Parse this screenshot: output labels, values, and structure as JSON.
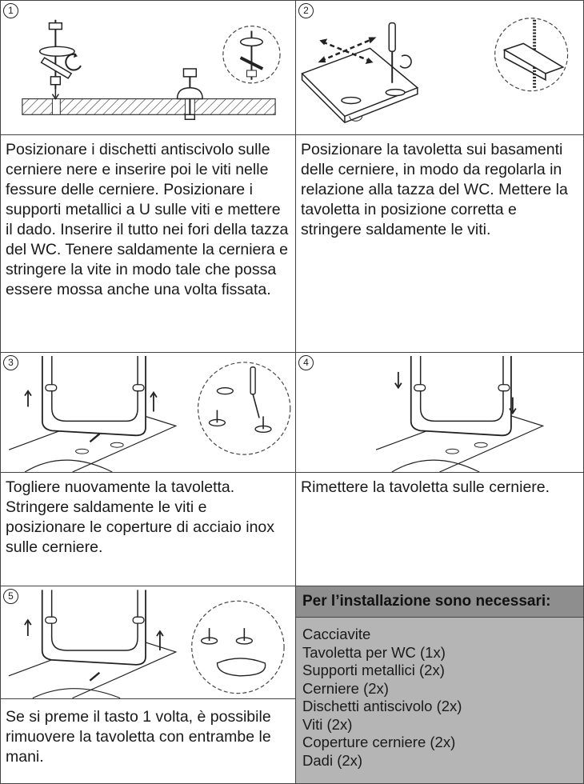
{
  "steps": [
    {
      "number": "1",
      "text": "Posizionare i dischetti antiscivolo sulle cerniere nere e inserire poi le viti nelle fessure delle cerniere. Posizionare i supporti metallici a U sulle viti e mettere il dado. Inserire il tutto nei fori della tazza del WC. Tenere saldamente la cerniera e stringere la vite in modo tale che possa essere mossa anche una volta fissata."
    },
    {
      "number": "2",
      "text": "Posizionare la tavoletta sui basamenti delle cerniere, in modo da regolarla in relazione alla tazza del WC. Mettere la tavoletta in posizione corretta e stringere saldamente le viti."
    },
    {
      "number": "3",
      "text": "Togliere nuovamente la tavoletta. Stringere saldamente le viti e posizionare le coperture di acciaio inox sulle cerniere."
    },
    {
      "number": "4",
      "text": "Rimettere la tavoletta sulle cerniere."
    },
    {
      "number": "5",
      "text": "Se si preme il tasto 1 volta, è possibile rimuovere la tavoletta con entrambe le mani."
    }
  ],
  "required": {
    "title": "Per l’installazione sono necessari:",
    "items": [
      "Cacciavite",
      "Tavoletta per WC (1x)",
      "Supporti metallici (2x)",
      "Cerniere (2x)",
      "Dischetti antiscivolo (2x)",
      "Viti (2x)",
      "Coperture cerniere (2x)",
      "Dadi (2x)"
    ]
  }
}
